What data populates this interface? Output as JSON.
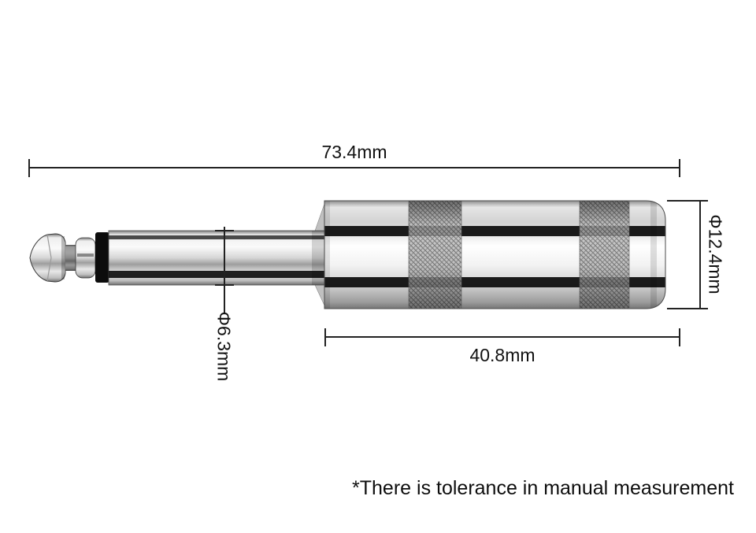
{
  "dimensions": {
    "total_length": "73.4mm",
    "shaft_diameter": "Φ6.3mm",
    "body_diameter": "Φ12.4mm",
    "body_length": "40.8mm"
  },
  "footnote": "*There is tolerance in manual measurement",
  "colors": {
    "background": "#ffffff",
    "dimension_line": "#222222",
    "text": "#111111",
    "insulator_ring": "#0c0c0c",
    "metal_light": "#f5f5f5",
    "metal_dark": "#6e6e6e"
  }
}
